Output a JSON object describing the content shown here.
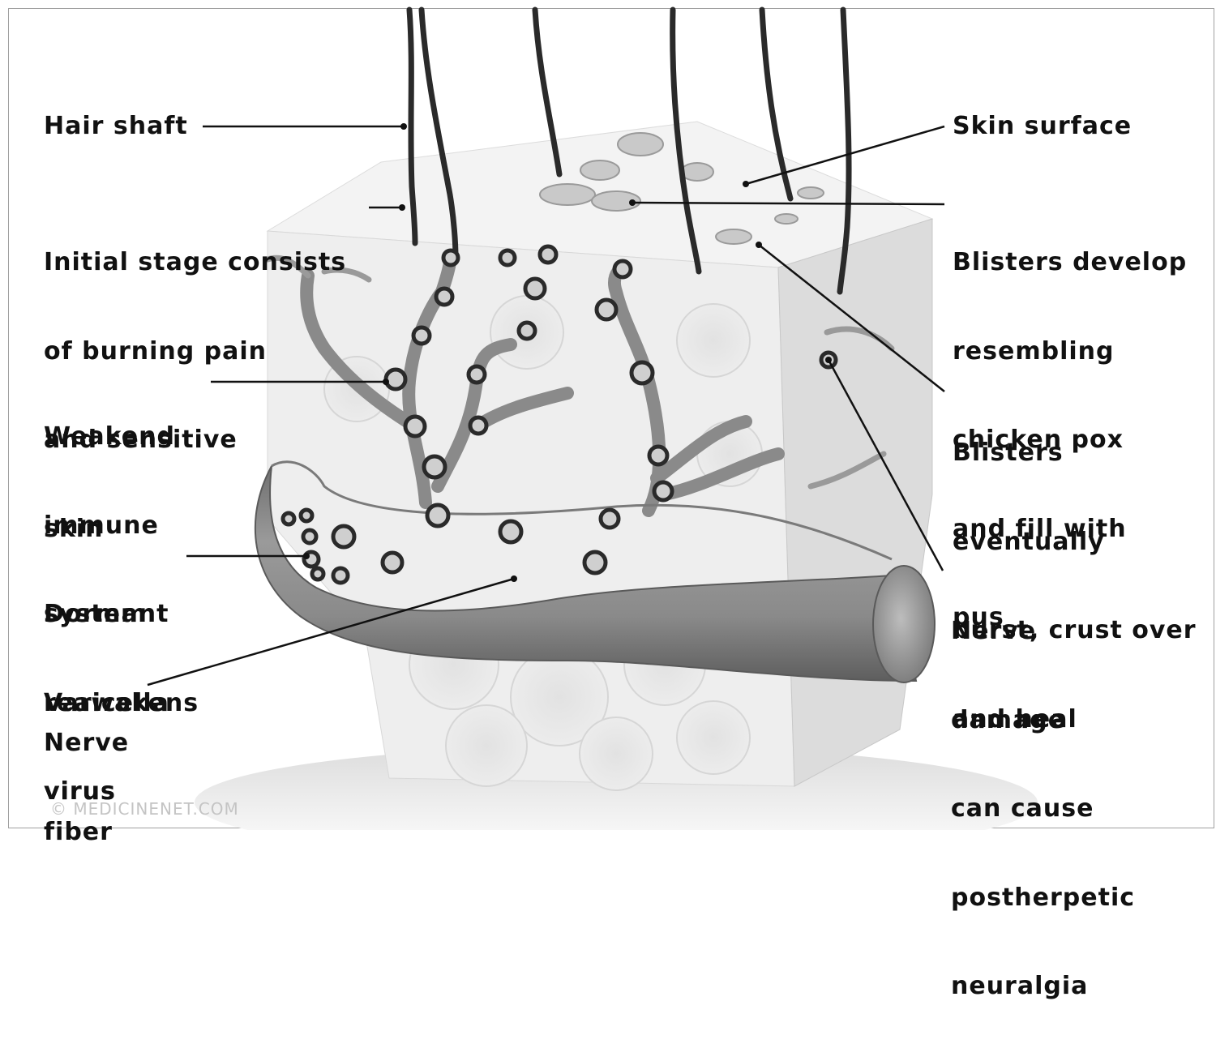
{
  "labels": {
    "hair_shaft": "Hair shaft",
    "initial_stage": [
      "Initial stage consists",
      "of burning pain",
      "and sensitive",
      "skin"
    ],
    "weakend_immune": [
      "Weakend",
      "immune",
      "system",
      "reawakens",
      "virus"
    ],
    "dormant_varicella": [
      "Dormant",
      "Varicella",
      "virus"
    ],
    "nerve_fiber": [
      "Nerve",
      "fiber"
    ],
    "skin_surface": "Skin surface",
    "blisters_develop": [
      "Blisters develop",
      "resembling",
      "chicken pox",
      "and fill with",
      "pus"
    ],
    "blisters_burst": [
      "Blisters",
      "eventually",
      "burst, crust over",
      "and heal"
    ],
    "nerve_damage": [
      "Nerve",
      "damage",
      "can cause",
      "postherpetic",
      "neuralgia"
    ]
  },
  "watermark": "© MEDICINENET.COM",
  "colors": {
    "skin_top": "#f4f4f4",
    "skin_side": "#e8e8e8",
    "nerve": "#8a8a8a",
    "leader_line": "#111111"
  }
}
